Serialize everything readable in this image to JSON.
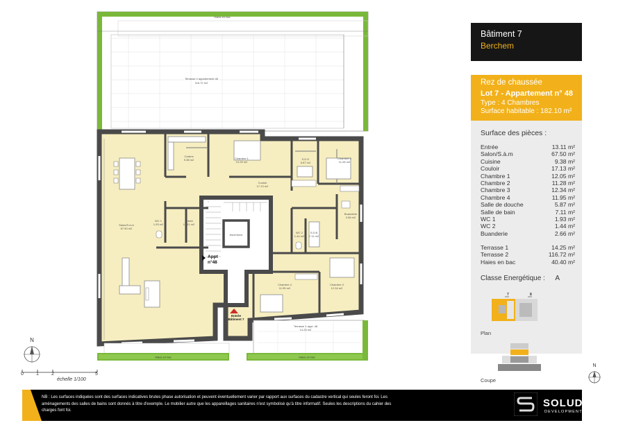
{
  "header": {
    "building": "Bâtiment 7",
    "city": "Berchem"
  },
  "lot": {
    "floor": "Rez de chaussée",
    "title": "Lot 7 - Appartement n° 48",
    "type": "Type : 4 Chambres",
    "surface": "Surface habitable : 182.10 m²"
  },
  "surfaces": {
    "title": "Surface des pièces :",
    "rooms": [
      {
        "name": "Entrée",
        "value": "13.11 m²"
      },
      {
        "name": "Salon/S.à.m",
        "value": "67.50 m²"
      },
      {
        "name": "Cuisine",
        "value": "9.38 m²"
      },
      {
        "name": "Couloir",
        "value": "17.13 m²"
      },
      {
        "name": "Chambre 1",
        "value": "12.05 m²"
      },
      {
        "name": "Chambre 2",
        "value": "11.28 m²"
      },
      {
        "name": "Chambre 3",
        "value": "12.34 m²"
      },
      {
        "name": "Chambre 4",
        "value": "11.95 m²"
      },
      {
        "name": "Salle de douche",
        "value": "5.87 m²"
      },
      {
        "name": "Salle de bain",
        "value": "7.11 m²"
      },
      {
        "name": "WC 1",
        "value": "1.93 m²"
      },
      {
        "name": "WC 2",
        "value": "1.44 m²"
      },
      {
        "name": "Buanderie",
        "value": "2.66 m²"
      }
    ],
    "exterior": [
      {
        "name": "Terrasse 1",
        "value": "14.25 m²"
      },
      {
        "name": "Terrasse 2",
        "value": "116.72 m²"
      },
      {
        "name": "Haies en bac",
        "value": "40.40 m²"
      }
    ],
    "energy_label": "Classe Energétique :",
    "energy_value": "A"
  },
  "keyplan": {
    "plan_label": "Plan",
    "coupe_label": "Coupe",
    "building_a": "7",
    "building_b": "8"
  },
  "floorplan": {
    "appt_label_1": "Appt",
    "appt_label_2": "n°48",
    "entree_label_1": "Entrée",
    "entree_label_2": "Bâtiment 7",
    "terrace2_label": "Terrasse 2 appartement 48",
    "terrace2_area": "116.72 m2",
    "terrace1_label": "Terrasse 1 appt. 48",
    "terrace1_area": "14.25 m2",
    "haies_top": "Haies en bac",
    "haies_bottom_1": "Haies en bac",
    "haies_bottom_2": "Haies en bac",
    "ascenseur": "Ascenseur",
    "rooms": {
      "salon": "Salon/S.à.m",
      "salon_area": "67.50 m2",
      "cuisine": "Cuisine",
      "cuisine_area": "9.38 m2",
      "couloir": "Couloir",
      "couloir_area": "17.13 m2",
      "chambre1": "Chambre 1",
      "chambre1_area": "12.05 m2",
      "chambre2": "Chambre 2",
      "chambre2_area": "11.28 m2",
      "chambre3": "Chambre 3",
      "chambre3_area": "12.34 m2",
      "chambre4": "Chambre 4",
      "chambre4_area": "11.95 m2",
      "entree": "Entrée",
      "entree_area": "13.11 m2",
      "wc1": "WC 1",
      "wc1_area": "1.93 m2",
      "wc2": "WC 2",
      "wc2_area": "1.44 m2",
      "sdd": "S.D.D",
      "sdd_area": "5.87 m2",
      "sdb": "S.D.B",
      "sdb_area": "7.11 m2",
      "buanderie": "Buanderie",
      "buanderie_area": "2.66 m2"
    }
  },
  "scale": {
    "label": "échelle 1/100",
    "ticks": [
      "0",
      "1",
      "2",
      "5"
    ],
    "north": "N"
  },
  "footer": {
    "note": "NB : Les surfaces indiquées sont des surfaces indicatives brutes phase autorisation et peuvent éventuellement varier par rapport aux surfaces du cadastre vertical qui seules feront foi. Les aménagements des salles de bains sont donnés à titre d'exemple. Le mobilier autre que les appareillages sanitaires n'est symbolisé qu'à titre informatif. Seules les descriptions du cahier des charges font foi.",
    "brand": "SOLUDEC",
    "brand_sub": "DEVELOPMENT"
  },
  "colors": {
    "accent": "#f2b11a",
    "room_fill": "#f6eec0",
    "wall": "#4a4a4a",
    "hedge": "#7ab83a"
  }
}
